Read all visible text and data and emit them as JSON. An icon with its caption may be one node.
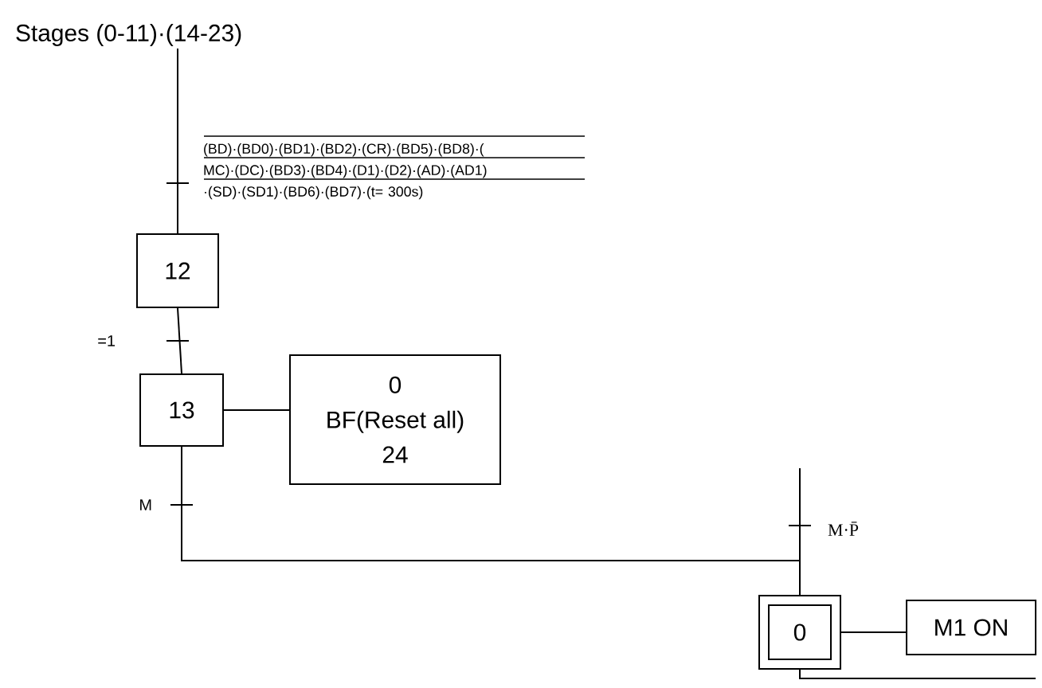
{
  "diagram": {
    "nodes": [
      {
        "text": [
          "Stages (0-11)·(14-23)"
        ]
      },
      {
        "text": [
          "12"
        ]
      },
      {
        "text": [
          "13"
        ]
      },
      {
        "text": [
          "0",
          "BF(Reset all)",
          "24"
        ]
      },
      {
        "text": [
          "0"
        ]
      },
      {
        "text": [
          "M1 ON"
        ]
      }
    ],
    "edges": [
      {
        "from": 0,
        "to": 1,
        "arrow": "none",
        "label": "(BD)·(BD0)·(BD1)·(BD2)·(CR)·(BD5)·(BD8)·( MC)·(DC)·(BD3)·(BD4)·(D1)·(D2)·(AD)·(AD1) ·(SD)·(SD1)·(BD6)·(BD7)·(t= 300s)"
      },
      {
        "from": 1,
        "to": 2,
        "arrow": "none",
        "label": "=1"
      },
      {
        "from": 2,
        "to": 3,
        "arrow": "none"
      },
      {
        "from": 2,
        "to": 4,
        "arrow": "none",
        "label": "M"
      },
      {
        "from": null,
        "to": 4,
        "arrow": "none",
        "label": "M·P̄"
      },
      {
        "from": 4,
        "to": 5,
        "arrow": "none"
      },
      {
        "from": 4,
        "to": null,
        "arrow": "none"
      }
    ]
  }
}
